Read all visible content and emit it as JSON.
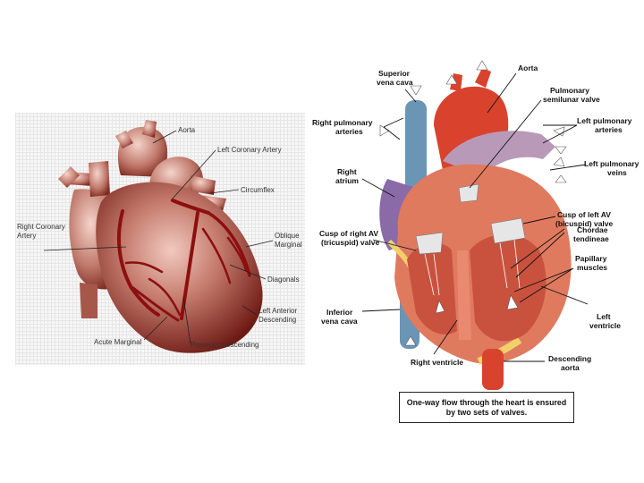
{
  "left_diagram": {
    "labels": {
      "aorta": "Aorta",
      "left_coronary_artery": "Left Coronary Artery",
      "circumflex": "Circumflex",
      "right_coronary_artery": "Right Coronary\nArtery",
      "oblique_marginal": "Oblique\nMarginal",
      "diagonals": "Diagonals",
      "left_anterior_descending": "Left Anterior\nDescending",
      "acute_marginal": "Acute Marginal",
      "posterior_descending": "Posterior Descending"
    }
  },
  "right_diagram": {
    "labels": {
      "superior_vena_cava": "Superior\nvena cava",
      "aorta": "Aorta",
      "right_pulmonary_arteries": "Right pulmonary\narteries",
      "pulmonary_semilunar_valve": "Pulmonary\nsemilunar valve",
      "left_pulmonary_arteries": "Left pulmonary\narteries",
      "right_atrium": "Right\natrium",
      "left_pulmonary_veins": "Left pulmonary\nveins",
      "cusp_left_av": "Cusp of left AV\n(bicuspid) valve",
      "chordae_tendineae": "Chordae\ntendineae",
      "cusp_right_av": "Cusp of right AV\n(tricuspid) valve",
      "papillary_muscles": "Papillary\nmuscles",
      "inferior_vena_cava": "Inferior\nvena cava",
      "left_ventricle": "Left\nventricle",
      "right_ventricle": "Right ventricle",
      "descending_aorta": "Descending\naorta"
    },
    "caption": "One-way flow through the heart is ensured by two sets of valves."
  },
  "colors": {
    "heart_dark": "#7a1414",
    "heart_mid": "#b35a4e",
    "heart_light": "#e8b4aa",
    "vessel_red": "#d9432e",
    "vena_blue": "#6a95b5",
    "valve_purple": "#b89ab8"
  }
}
